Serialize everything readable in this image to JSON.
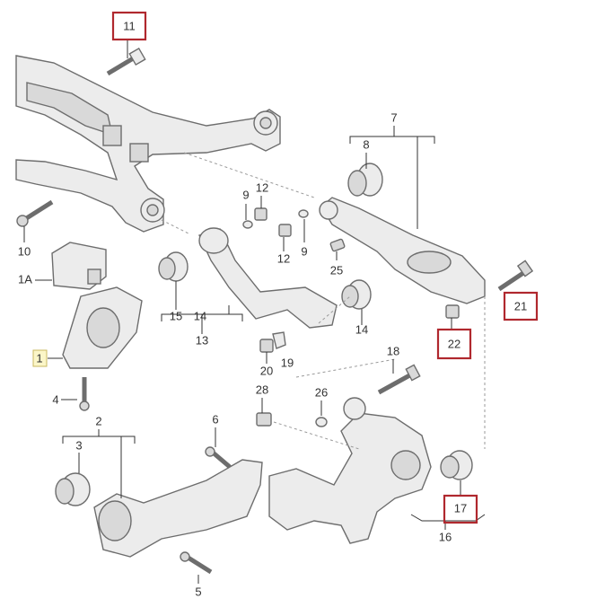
{
  "callouts": [
    {
      "id": "c11",
      "text": "11",
      "highlight": true
    },
    {
      "id": "c7",
      "text": "7",
      "highlight": false
    },
    {
      "id": "c8",
      "text": "8",
      "highlight": false
    },
    {
      "id": "c9a",
      "text": "9",
      "highlight": false
    },
    {
      "id": "c12a",
      "text": "12",
      "highlight": false
    },
    {
      "id": "c10",
      "text": "10",
      "highlight": false
    },
    {
      "id": "c1A",
      "text": "1A",
      "highlight": false
    },
    {
      "id": "c12b",
      "text": "12",
      "highlight": false
    },
    {
      "id": "c9b",
      "text": "9",
      "highlight": false
    },
    {
      "id": "c25",
      "text": "25",
      "highlight": false
    },
    {
      "id": "c21",
      "text": "21",
      "highlight": true
    },
    {
      "id": "c15",
      "text": "15",
      "highlight": false
    },
    {
      "id": "c14a",
      "text": "14",
      "highlight": false
    },
    {
      "id": "c13",
      "text": "13",
      "highlight": false
    },
    {
      "id": "c14b",
      "text": "14",
      "highlight": false
    },
    {
      "id": "c22",
      "text": "22",
      "highlight": true
    },
    {
      "id": "c1",
      "text": "1",
      "highlight": false
    },
    {
      "id": "c20",
      "text": "20",
      "highlight": false
    },
    {
      "id": "c19",
      "text": "19",
      "highlight": false
    },
    {
      "id": "c18",
      "text": "18",
      "highlight": false
    },
    {
      "id": "c4",
      "text": "4",
      "highlight": false
    },
    {
      "id": "c28",
      "text": "28",
      "highlight": false
    },
    {
      "id": "c26",
      "text": "26",
      "highlight": false
    },
    {
      "id": "c2",
      "text": "2",
      "highlight": false
    },
    {
      "id": "c6",
      "text": "6",
      "highlight": false
    },
    {
      "id": "c3",
      "text": "3",
      "highlight": false
    },
    {
      "id": "c17",
      "text": "17",
      "highlight": true
    },
    {
      "id": "c16",
      "text": "16",
      "highlight": false
    },
    {
      "id": "c5",
      "text": "5",
      "highlight": false
    }
  ],
  "colors": {
    "highlight": "#b0282e",
    "part_fill": "#ececec",
    "outline": "#6d6d6d",
    "note_fill": "#fbf6c8"
  }
}
